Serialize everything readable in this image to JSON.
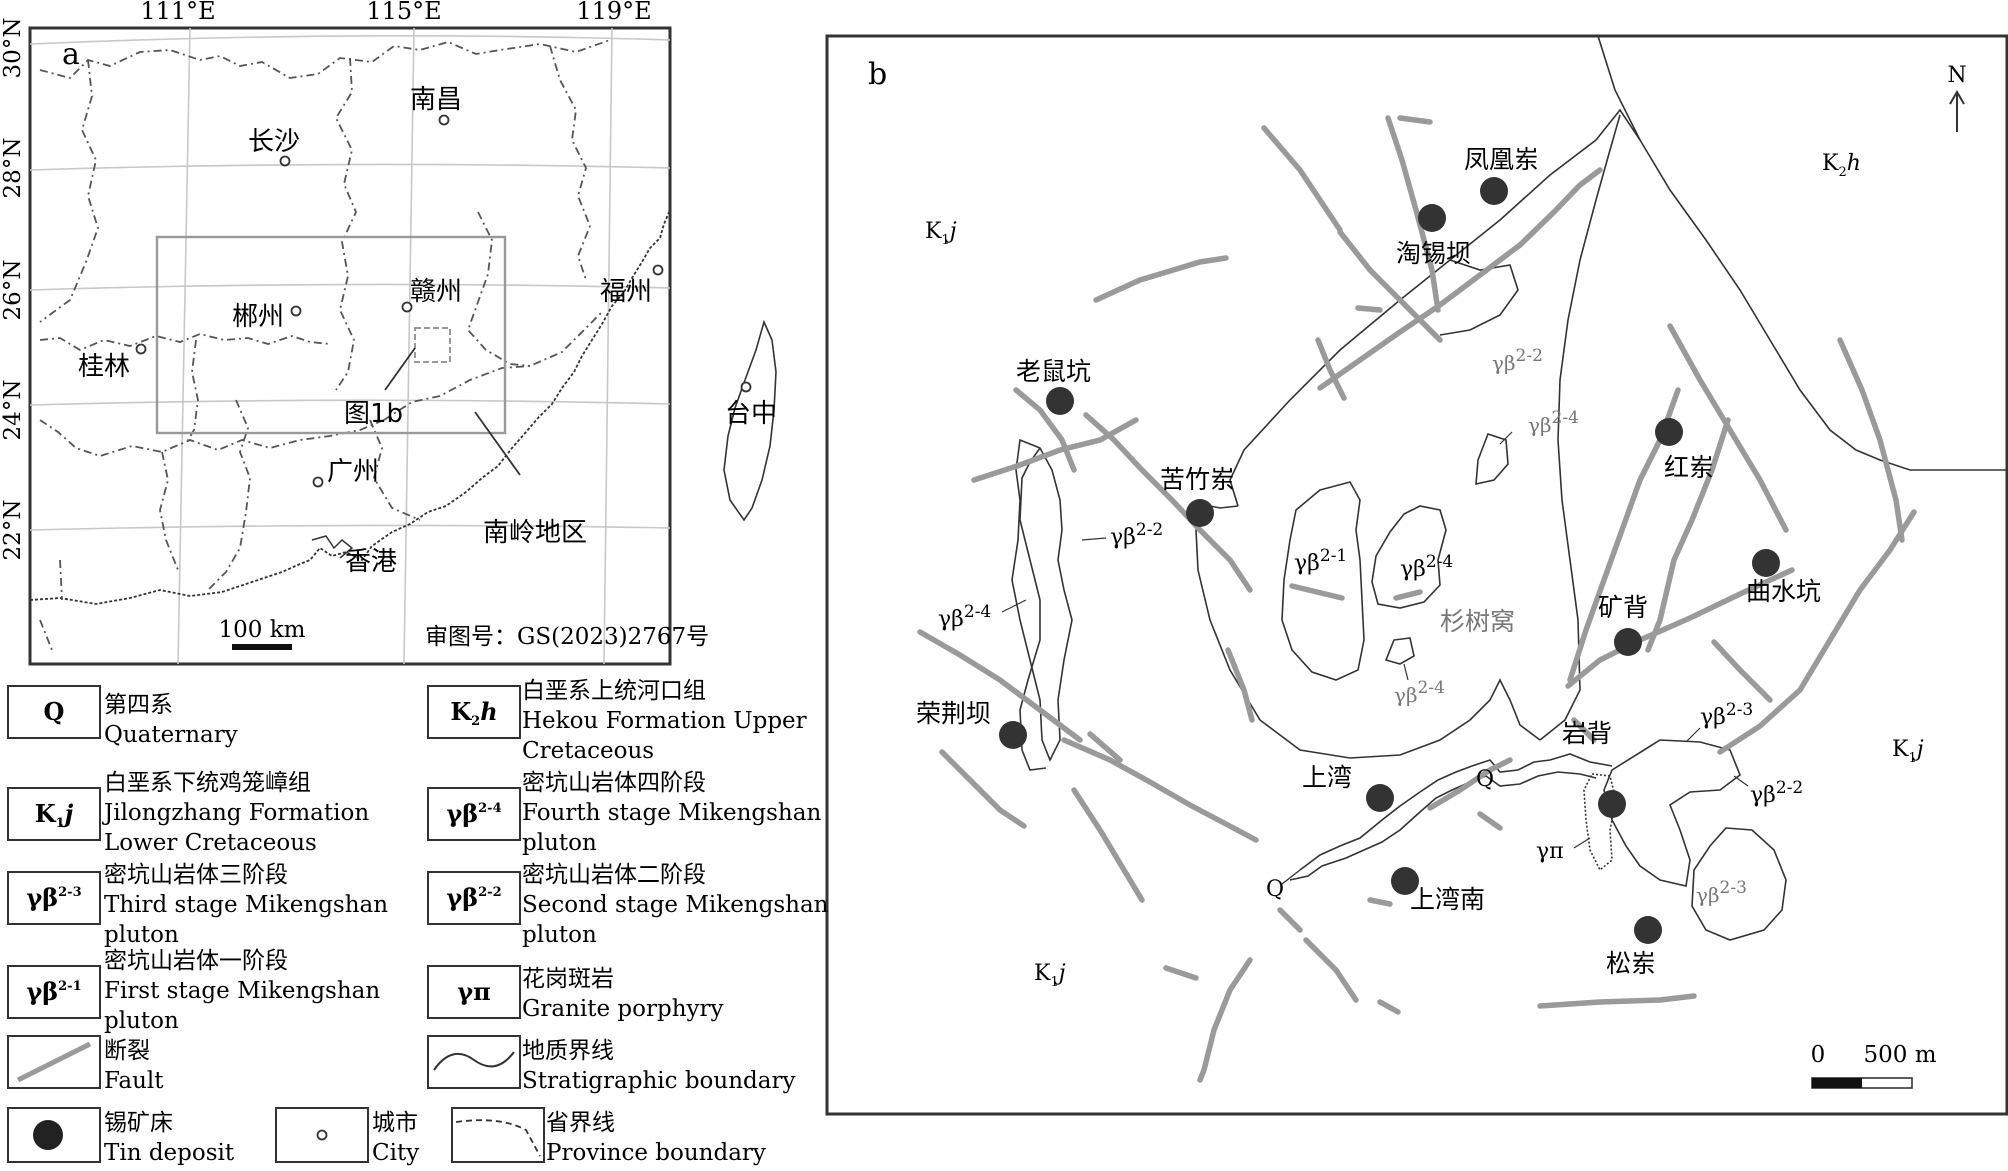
{
  "map_a": {
    "panel_label": "a",
    "longitudes": [
      "111°E",
      "115°E",
      "119°E"
    ],
    "latitudes": [
      "30°N",
      "28°N",
      "26°N",
      "24°N",
      "22°N"
    ],
    "cities": [
      "南昌",
      "长沙",
      "赣州",
      "郴州",
      "福州",
      "桂林",
      "台中",
      "广州",
      "香港"
    ],
    "inset_label": "图1b",
    "region_label": "南岭地区",
    "scale_label": "100 km",
    "approval": "审图号：GS(2023)2767号"
  },
  "map_b": {
    "panel_label": "b",
    "north": "N",
    "scale_zero": "0",
    "scale_label": "500 m",
    "deposits": [
      "凤凰岽",
      "淘锡坝",
      "老鼠坑",
      "苦竹岽",
      "红岽",
      "曲水坑",
      "矿背",
      "荣荆坝",
      "上湾",
      "上湾南",
      "松岽",
      "岩背"
    ],
    "place_labels": [
      "杉树窝"
    ],
    "unit_labels": {
      "k2h": {
        "main": "K",
        "sub": "2",
        "rest": "h"
      },
      "k1j": {
        "main": "K",
        "sub": "1",
        "rest": "j"
      },
      "q": "Q",
      "gb22": {
        "main": "γβ",
        "sup": "2-2"
      },
      "gb23": {
        "main": "γβ",
        "sup": "2-3"
      },
      "gb24": {
        "main": "γβ",
        "sup": "2-4"
      },
      "gb21": {
        "main": "γβ",
        "sup": "2-1"
      },
      "gp": "γπ"
    }
  },
  "legend": [
    {
      "symbol": "Q",
      "cn": "第四系",
      "en": [
        "Quaternary"
      ]
    },
    {
      "symbol": "K2h",
      "cn": "白垩系上统河口组",
      "en": [
        "Hekou Formation Upper",
        "Cretaceous"
      ]
    },
    {
      "symbol": "K1j",
      "cn": "白垩系下统鸡笼嶂组",
      "en": [
        "Jilongzhang Formation",
        "Lower Cretaceous"
      ]
    },
    {
      "symbol": "γβ2-4",
      "cn": "密坑山岩体四阶段",
      "en": [
        "Fourth stage Mikengshan",
        "pluton"
      ]
    },
    {
      "symbol": "γβ2-3",
      "cn": "密坑山岩体三阶段",
      "en": [
        "Third stage Mikengshan",
        "pluton"
      ]
    },
    {
      "symbol": "γβ2-2",
      "cn": "密坑山岩体二阶段",
      "en": [
        "Second stage Mikengshan",
        "pluton"
      ]
    },
    {
      "symbol": "γβ2-1",
      "cn": "密坑山岩体一阶段",
      "en": [
        "First stage Mikengshan",
        "pluton"
      ]
    },
    {
      "symbol": "γπ",
      "cn": "花岗斑岩",
      "en": [
        "Granite porphyry"
      ]
    },
    {
      "symbol": "fault",
      "cn": "断裂",
      "en": [
        "Fault"
      ]
    },
    {
      "symbol": "boundary",
      "cn": "地质界线",
      "en": [
        "Stratigraphic boundary"
      ]
    },
    {
      "symbol": "tin",
      "cn": "锡矿床",
      "en": [
        "Tin deposit"
      ]
    },
    {
      "symbol": "city",
      "cn": "城市",
      "en": [
        "City"
      ]
    },
    {
      "symbol": "province",
      "cn": "省界线",
      "en": [
        "Province boundary"
      ]
    }
  ]
}
